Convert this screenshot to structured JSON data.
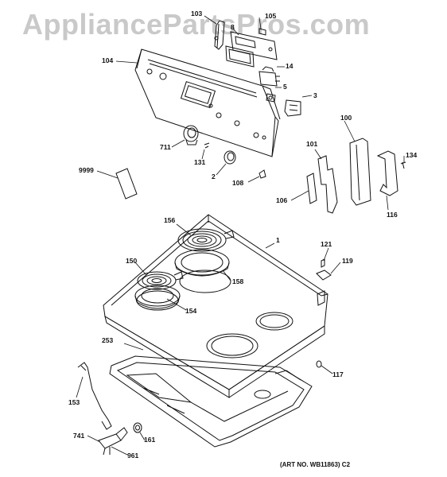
{
  "watermark": "AppliancePartsPros.com",
  "art_number": "(ART NO. WB11863) C2",
  "labels": {
    "p103": "103",
    "p105": "105",
    "p8": "8",
    "p104": "104",
    "p14": "14",
    "p5": "5",
    "p3": "3",
    "p711": "711",
    "p131": "131",
    "p2": "2",
    "p108": "108",
    "p100": "100",
    "p101": "101",
    "p134": "134",
    "p9999": "9999",
    "p106": "106",
    "p116": "116",
    "p156": "156",
    "p1": "1",
    "p121": "121",
    "p119": "119",
    "p150": "150",
    "p158": "158",
    "p154": "154",
    "p253": "253",
    "p117": "117",
    "p153": "153",
    "p741": "741",
    "p161": "161",
    "p961": "961"
  }
}
